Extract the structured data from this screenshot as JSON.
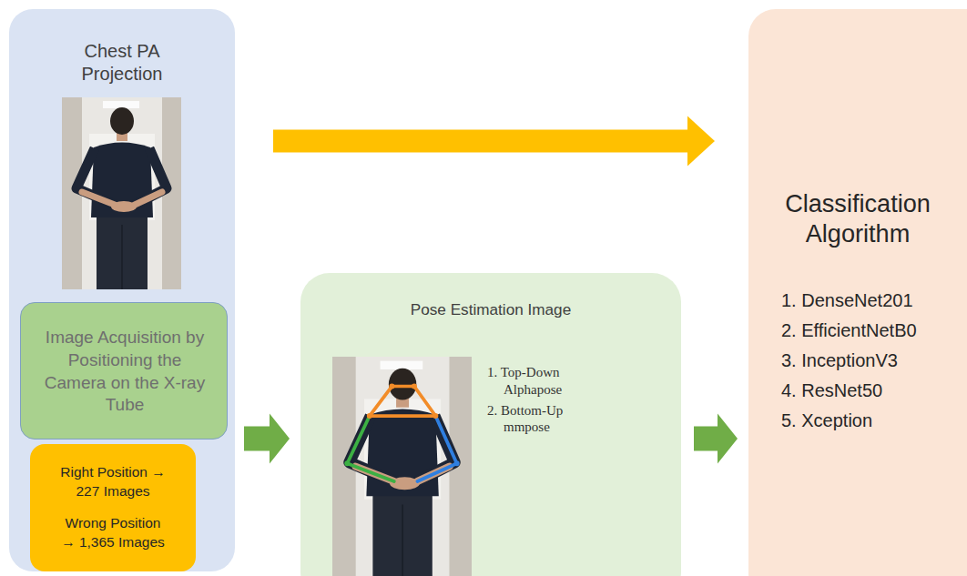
{
  "diagram": {
    "nodes": [
      {
        "text": [
          "Chest PA Projection"
        ]
      },
      {
        "text": [
          "Image Acquisition by Positioning the Camera on the X-ray Tube"
        ],
        "in": 0
      },
      {
        "text": [
          "Right Position → 227 Images",
          "Wrong Position → 1,365 Images"
        ],
        "in": 0
      },
      {
        "text": [
          "Pose Estimation Image",
          "1. Top-Down Alphapose",
          "2. Bottom-Up mmpose"
        ]
      },
      {
        "text": [
          "Classification Algorithm",
          "1. DenseNet201",
          "2. EfficientNetB0",
          "3. InceptionV3",
          "4. ResNet50",
          "5. Xception"
        ]
      }
    ],
    "edges": [
      {
        "from": 0,
        "to": 4,
        "arrow": "to"
      },
      {
        "from": 0,
        "to": 3,
        "arrow": "to"
      },
      {
        "from": 3,
        "to": 4,
        "arrow": "to"
      }
    ]
  }
}
